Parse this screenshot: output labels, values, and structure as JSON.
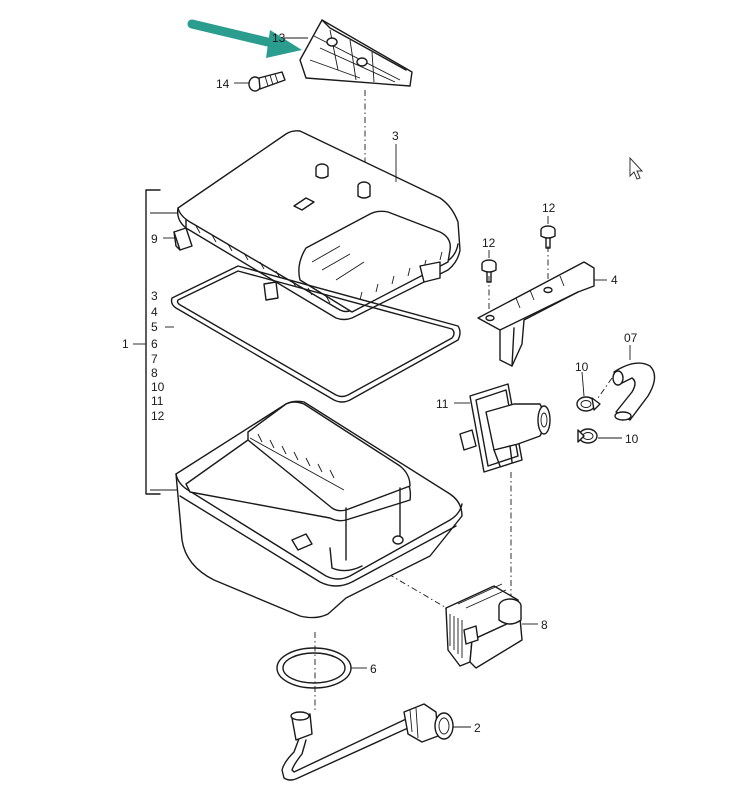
{
  "diagram": {
    "labels": {
      "l13": "13",
      "l14": "14",
      "l3": "3",
      "l9": "9",
      "l1": "1",
      "l12a": "12",
      "l12b": "12",
      "l4": "4",
      "l07": "07",
      "l10a": "10",
      "l10b": "10",
      "l11": "11",
      "l8": "8",
      "l6": "6",
      "l2": "2"
    },
    "kit_list": [
      "3",
      "4",
      "5",
      "6",
      "7",
      "8",
      "10",
      "11",
      "12"
    ],
    "colors": {
      "line": "#1a1a1a",
      "arrow": "#2a9d8f",
      "background": "#ffffff"
    },
    "icons": [
      "highlight-arrow-icon",
      "mouse-cursor-icon"
    ]
  }
}
